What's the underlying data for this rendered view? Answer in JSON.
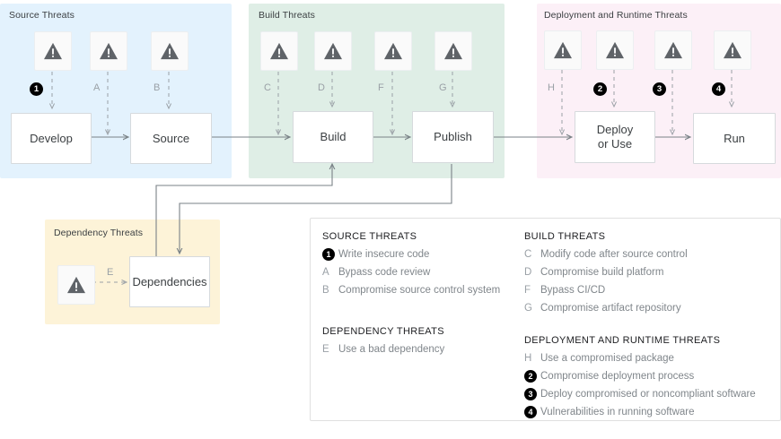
{
  "zones": [
    {
      "id": "source",
      "label": "Source Threats",
      "color": "#e3f2fd"
    },
    {
      "id": "build",
      "label": "Build Threats",
      "color": "#dfeee6"
    },
    {
      "id": "deploy",
      "label": "Deployment and Runtime Threats",
      "color": "#fcf0f7"
    },
    {
      "id": "dependency",
      "label": "Dependency Threats",
      "color": "#fdf3d8"
    }
  ],
  "nodes": {
    "develop": "Develop",
    "source": "Source",
    "build": "Build",
    "publish": "Publish",
    "deploy": "Deploy\nor Use",
    "deploy_line1": "Deploy",
    "deploy_line2": "or Use",
    "run": "Run",
    "dependencies": "Dependencies"
  },
  "markers": {
    "m1": "1",
    "mA": "A",
    "mB": "B",
    "mC": "C",
    "mD": "D",
    "mF": "F",
    "mG": "G",
    "mH": "H",
    "m2": "2",
    "m3": "3",
    "m4": "4",
    "mE": "E"
  },
  "icons": {
    "warning": "warning-triangle-icon"
  },
  "legend": {
    "source": {
      "title": "SOURCE THREATS",
      "items": [
        {
          "key": "1",
          "badge": true,
          "text": "Write insecure code"
        },
        {
          "key": "A",
          "badge": false,
          "text": "Bypass code review"
        },
        {
          "key": "B",
          "badge": false,
          "text": "Compromise source control system"
        }
      ]
    },
    "dependency": {
      "title": "DEPENDENCY THREATS",
      "items": [
        {
          "key": "E",
          "badge": false,
          "text": "Use a bad dependency"
        }
      ]
    },
    "build": {
      "title": "BUILD THREATS",
      "items": [
        {
          "key": "C",
          "badge": false,
          "text": "Modify code after source control"
        },
        {
          "key": "D",
          "badge": false,
          "text": "Compromise build platform"
        },
        {
          "key": "F",
          "badge": false,
          "text": "Bypass CI/CD"
        },
        {
          "key": "G",
          "badge": false,
          "text": "Compromise artifact repository"
        }
      ]
    },
    "deployment": {
      "title": "DEPLOYMENT AND RUNTIME THREATS",
      "items": [
        {
          "key": "H",
          "badge": false,
          "text": "Use a compromised package"
        },
        {
          "key": "2",
          "badge": true,
          "text": "Compromise deployment process"
        },
        {
          "key": "3",
          "badge": true,
          "text": "Deploy compromised or noncompliant software"
        },
        {
          "key": "4",
          "badge": true,
          "text": "Vulnerabilities in running software"
        }
      ]
    }
  }
}
